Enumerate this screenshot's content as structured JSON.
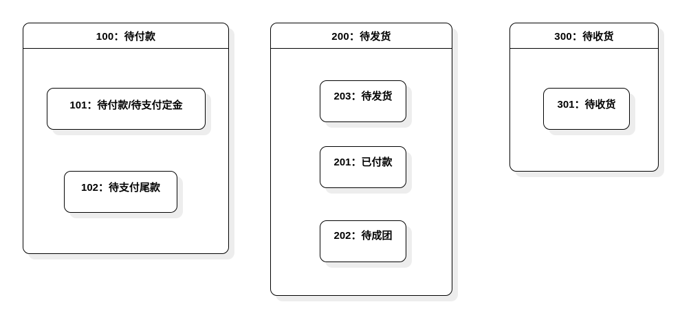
{
  "containers": [
    {
      "title": "100：待付款",
      "states": [
        "101：待付款/待支付定金",
        "102：待支付尾款"
      ]
    },
    {
      "title": "200：待发货",
      "states": [
        "203：待发货",
        "201：已付款",
        "202：待成团"
      ]
    },
    {
      "title": "300：待收货",
      "states": [
        "301：待收货"
      ]
    }
  ]
}
